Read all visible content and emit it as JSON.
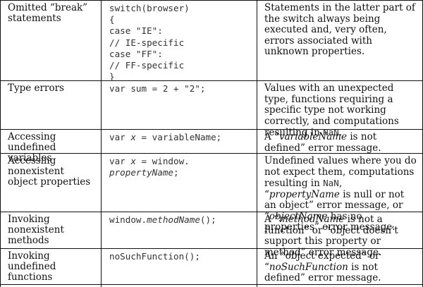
{
  "rows": [
    {
      "problem": "Omitted “break” statements",
      "code_lines": [
        "switch(browser)",
        "{",
        "case \"IE\":",
        "// IE-specific",
        "case \"FF\":",
        "// FF-specific",
        "}"
      ],
      "symptoms": "Statements in the latter part of the switch always being executed and, very often, errors associated with unknown properties."
    },
    {
      "problem": "Type errors",
      "code": "var sum = 2 + \"2\";",
      "symptoms_parts": [
        "Values with an unexpected type, functions requiring a specific type not working correctly, and computations resulting in ",
        "NaN",
        "."
      ]
    },
    {
      "problem": "Accessing undefined variables",
      "code_prefix": "var ",
      "code_italic": "x",
      "code_suffix": " = variableName;",
      "symptoms_parts": [
        "A “",
        "variableName",
        " is not defined” error message."
      ]
    },
    {
      "problem": "Accessing nonexistent object properties",
      "code_line1_prefix": "var ",
      "code_line1_italic": "x",
      "code_line1_suffix": " = window.",
      "code_line2_italic": "propertyName",
      "code_line2_suffix": ";",
      "symptoms_parts": [
        "Undefined values where you do not expect them, computations resulting in ",
        "NaN",
        ", “",
        "propertyName",
        " is null or not an object” error message, or “",
        "objectName",
        " has no properties” error message."
      ]
    },
    {
      "problem": "Invoking nonexistent methods",
      "code_prefix": "window.",
      "code_italic": "methodName",
      "code_suffix": "();",
      "symptoms_parts": [
        "A “",
        "methodName",
        " is not a function” or “object doesn’t support this property or method” error message."
      ]
    },
    {
      "problem": "Invoking undefined functions",
      "code": "noSuchFunction();",
      "symptoms_parts": [
        "An “object expected” or “",
        "noSuchFunction",
        " is not defined” error message."
      ]
    }
  ]
}
